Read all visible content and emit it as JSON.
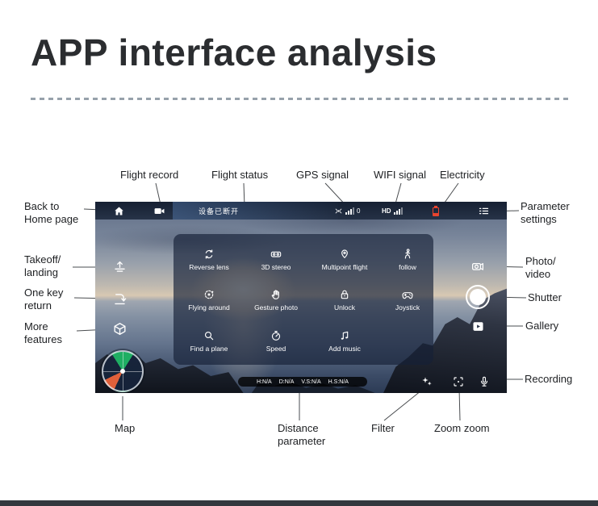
{
  "page": {
    "title": "APP interface analysis"
  },
  "callouts": {
    "flight_record": "Flight record",
    "flight_status": "Flight status",
    "gps_signal": "GPS signal",
    "wifi_signal": "WIFI signal",
    "electricity": "Electricity",
    "back_to_home": "Back to\nHome page",
    "parameter_settings": "Parameter\nsettings",
    "takeoff_landing": "Takeoff/\nlanding",
    "photo_video": "Photo/\nvideo",
    "one_key_return": "One key\nreturn",
    "shutter": "Shutter",
    "more_features": "More\nfeatures",
    "gallery": "Gallery",
    "recording": "Recording",
    "map": "Map",
    "distance_parameter": "Distance\nparameter",
    "filter": "Filter",
    "zoom": "Zoom zoom"
  },
  "app": {
    "status_bar": {
      "device_status": "设备已断开",
      "gps_count": "0",
      "hd_label": "HD"
    },
    "feature_menu": {
      "row1": [
        "Reverse lens",
        "3D stereo",
        "Multipoint flight",
        "follow"
      ],
      "row2": [
        "Flying around",
        "Gesture photo",
        "Unlock",
        "Joystick"
      ],
      "row3": [
        "Find a plane",
        "Speed",
        "Add music"
      ]
    },
    "telemetry": [
      "H:N/A",
      "D:N/A",
      "V.S:N/A",
      "H.S:N/A"
    ]
  },
  "colors": {
    "battery_low": "#e8442e",
    "compass_green": "#1fae63",
    "compass_orange": "#e0603a"
  }
}
